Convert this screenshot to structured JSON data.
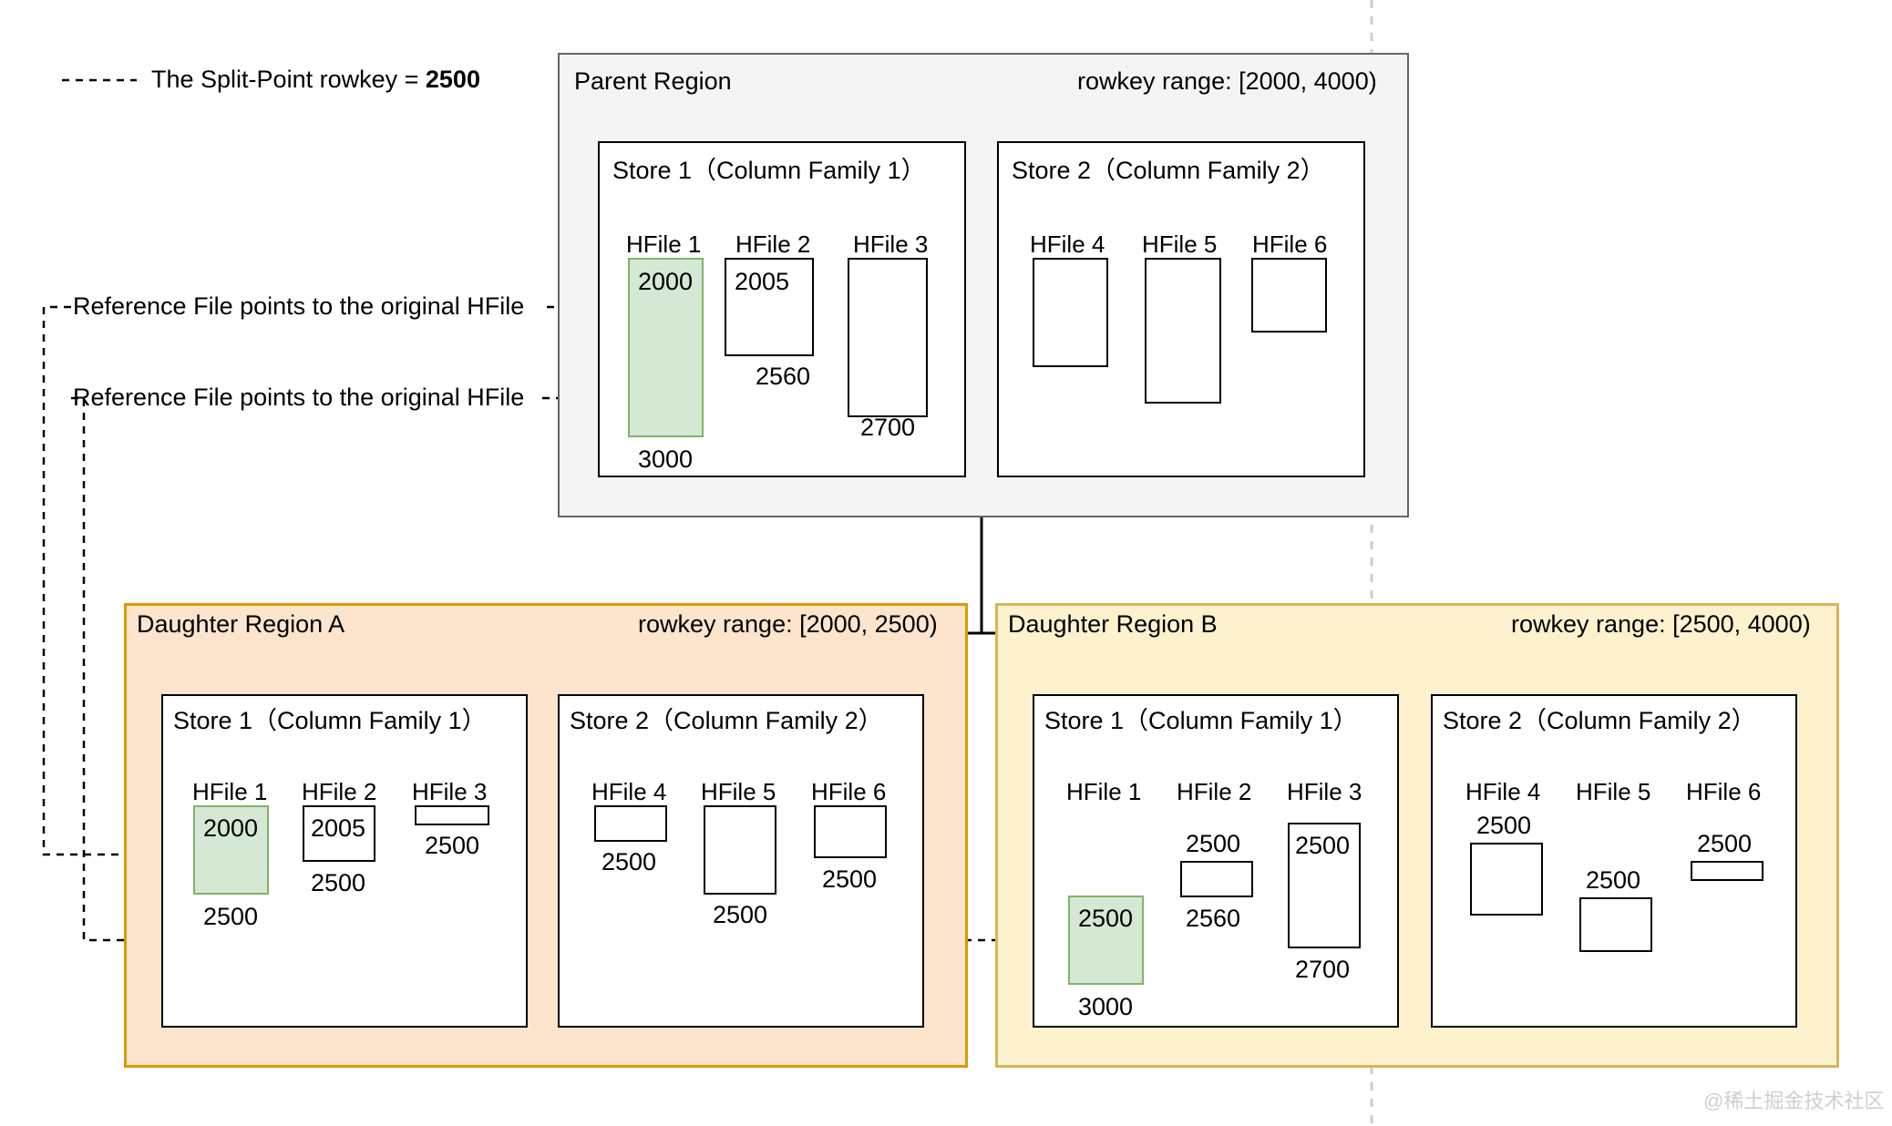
{
  "legend": {
    "text_prefix": "The Split-Point rowkey = ",
    "value": "2500"
  },
  "annotations": {
    "ref1": "Reference File points to the original HFile",
    "ref2": "Reference File points to the original HFile"
  },
  "watermark": "@稀土掘金技术社区",
  "colors": {
    "parent_fill": "#f4f4f4",
    "parent_border": "#666666",
    "daughter_a_fill": "#fde4cd",
    "daughter_a_border": "#d79b00",
    "daughter_b_fill": "#fdf2cd",
    "daughter_b_border": "#d6b656",
    "hfile_green_fill": "#d5e8d4",
    "hfile_green_border": "#82b366",
    "split_line": "#000000",
    "guide_line": "#cccccc"
  },
  "parent_region": {
    "title": "Parent Region",
    "range": "rowkey range: [2000, 4000)",
    "stores": [
      {
        "title": "Store 1（Column Family 1）",
        "hfiles": [
          {
            "name": "HFile 1",
            "top_key": "2000",
            "bottom_key": "3000",
            "highlight": true
          },
          {
            "name": "HFile 2",
            "top_key": "2005",
            "bottom_key": "2560",
            "highlight": false
          },
          {
            "name": "HFile 3",
            "top_key": "",
            "bottom_key": "2700",
            "highlight": false
          }
        ]
      },
      {
        "title": "Store 2（Column Family 2）",
        "hfiles": [
          {
            "name": "HFile 4",
            "top_key": "",
            "bottom_key": "",
            "highlight": false
          },
          {
            "name": "HFile 5",
            "top_key": "",
            "bottom_key": "",
            "highlight": false
          },
          {
            "name": "HFile 6",
            "top_key": "",
            "bottom_key": "",
            "highlight": false
          }
        ]
      }
    ]
  },
  "daughter_a": {
    "title": "Daughter Region A",
    "range": "rowkey range: [2000, 2500)",
    "stores": [
      {
        "title": "Store 1（Column Family 1）",
        "hfiles": [
          {
            "name": "HFile 1",
            "top_key": "2000",
            "bottom_key": "2500",
            "highlight": true
          },
          {
            "name": "HFile 2",
            "top_key": "2005",
            "bottom_key": "2500",
            "highlight": false
          },
          {
            "name": "HFile 3",
            "top_key": "",
            "bottom_key": "2500",
            "highlight": false
          }
        ]
      },
      {
        "title": "Store 2（Column Family 2）",
        "hfiles": [
          {
            "name": "HFile 4",
            "top_key": "",
            "bottom_key": "2500",
            "highlight": false
          },
          {
            "name": "HFile 5",
            "top_key": "",
            "bottom_key": "2500",
            "highlight": false
          },
          {
            "name": "HFile 6",
            "top_key": "",
            "bottom_key": "2500",
            "highlight": false
          }
        ]
      }
    ]
  },
  "daughter_b": {
    "title": "Daughter Region B",
    "range": "rowkey range: [2500, 4000)",
    "stores": [
      {
        "title": "Store 1（Column Family 1）",
        "hfiles": [
          {
            "name": "HFile 1",
            "top_key": "2500",
            "bottom_key": "3000",
            "highlight": true
          },
          {
            "name": "HFile 2",
            "top_key": "2500",
            "bottom_key": "2560",
            "highlight": false
          },
          {
            "name": "HFile 3",
            "top_key": "2500",
            "bottom_key": "2700",
            "highlight": false
          }
        ]
      },
      {
        "title": "Store 2（Column Family 2）",
        "hfiles": [
          {
            "name": "HFile 4",
            "top_key": "2500",
            "bottom_key": "",
            "highlight": false
          },
          {
            "name": "HFile 5",
            "top_key": "2500",
            "bottom_key": "",
            "highlight": false
          },
          {
            "name": "HFile 6",
            "top_key": "2500",
            "bottom_key": "",
            "highlight": false
          }
        ]
      }
    ]
  }
}
